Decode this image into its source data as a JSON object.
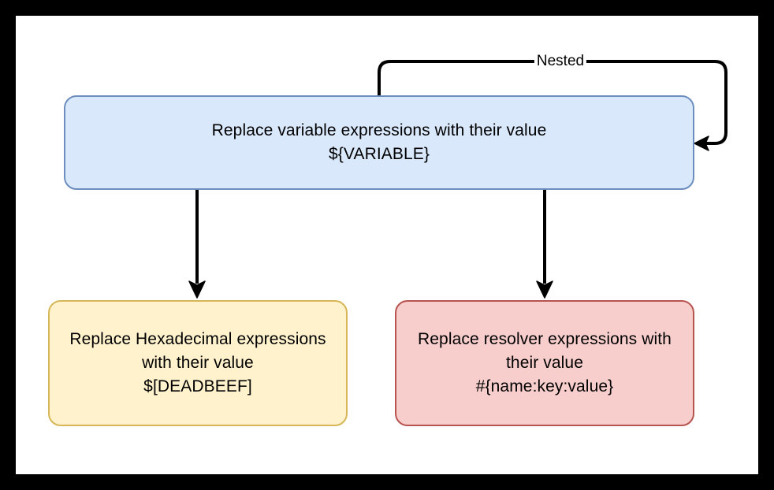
{
  "diagram": {
    "type": "flowchart",
    "background": "#ffffff",
    "frame_color": "#000000",
    "nodes": [
      {
        "id": "variable",
        "label": "Replace variable expressions with their value\n${VARIABLE}",
        "fill": "#dae8fc",
        "stroke": "#6c8ebf"
      },
      {
        "id": "hexadecimal",
        "label": "Replace Hexadecimal expressions with their value\n$[DEADBEEF]",
        "fill": "#fff2cc",
        "stroke": "#d6b656"
      },
      {
        "id": "resolver",
        "label": "Replace resolver expressions with their value\n#{name:key:value}",
        "fill": "#f8cecc",
        "stroke": "#b85450"
      }
    ],
    "edges": [
      {
        "id": "self-loop",
        "from": "variable",
        "to": "variable",
        "label": "Nested",
        "stroke": "#000000"
      },
      {
        "id": "variable-to-hexadecimal",
        "from": "variable",
        "to": "hexadecimal",
        "label": "",
        "stroke": "#000000"
      },
      {
        "id": "variable-to-resolver",
        "from": "variable",
        "to": "resolver",
        "label": "",
        "stroke": "#000000"
      }
    ]
  }
}
